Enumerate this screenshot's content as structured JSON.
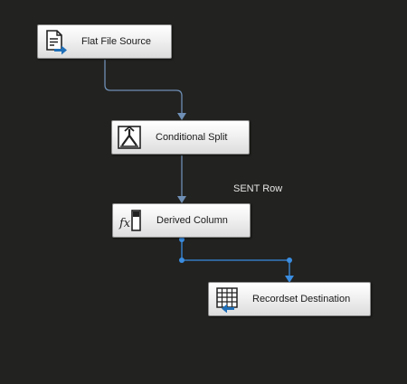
{
  "components": [
    {
      "label": "Flat File Source",
      "icon": "flat-file-source-icon"
    },
    {
      "label": "Conditional Split",
      "icon": "conditional-split-icon"
    },
    {
      "label": "Derived Column",
      "icon": "derived-column-icon"
    },
    {
      "label": "Recordset Destination",
      "icon": "recordset-destination-icon"
    }
  ],
  "paths": {
    "sent_row_label": "SENT Row"
  },
  "colors": {
    "canvas_background": "#222220",
    "path": "#6f8fb5",
    "selected_path": "#3a8de0"
  }
}
